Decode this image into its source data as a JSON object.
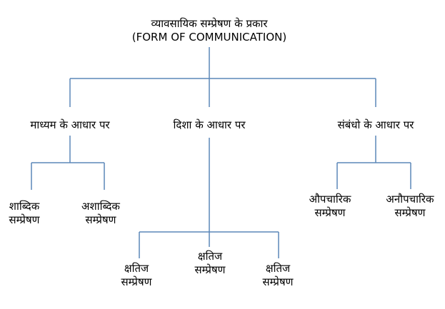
{
  "diagram": {
    "line_color": "#5b87b8",
    "text_color": "#000000",
    "root": {
      "title": "व्यावसायिक सम्प्रेषण के प्रकार",
      "subtitle": "(FORM OF COMMUNICATION)"
    },
    "branches": [
      {
        "label": "माध्यम के आधार पर",
        "children": [
          {
            "line1": "शाब्दिक",
            "line2": "सम्प्रेषण"
          },
          {
            "line1": "अशाब्दिक",
            "line2": "सम्प्रेषण"
          }
        ]
      },
      {
        "label": "दिशा के आधार पर",
        "children": [
          {
            "line1": "क्षतिज",
            "line2": "सम्प्रेषण"
          },
          {
            "line1": "क्षतिज",
            "line2": "सम्प्रेषण"
          },
          {
            "line1": "क्षतिज",
            "line2": "सम्प्रेषण"
          }
        ]
      },
      {
        "label": "संबंधो के आधार पर",
        "children": [
          {
            "line1": "औपचारिक",
            "line2": "सम्प्रेषण"
          },
          {
            "line1": "अनौपचारिक",
            "line2": "सम्प्रेषण"
          }
        ]
      }
    ]
  }
}
